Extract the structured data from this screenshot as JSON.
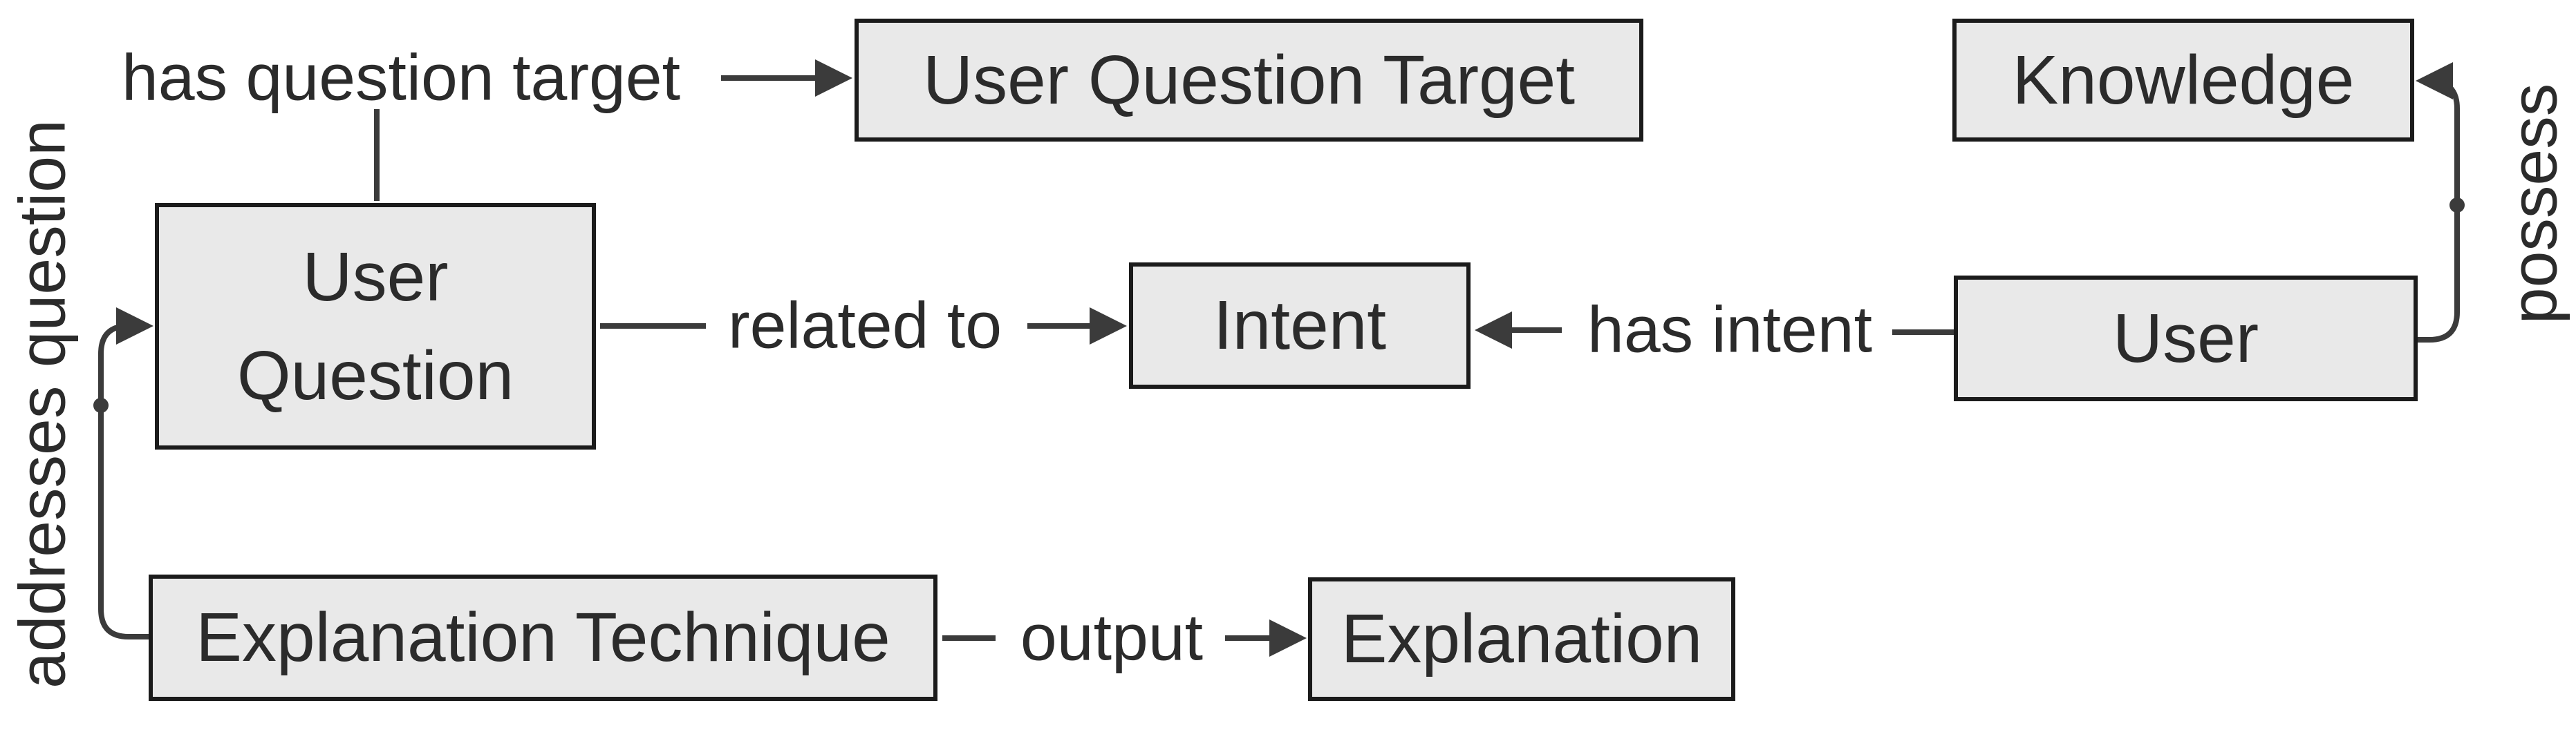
{
  "nodes": {
    "user_question_target": {
      "label": "User Question Target"
    },
    "knowledge": {
      "label": "Knowledge"
    },
    "user_question": {
      "label": "User\nQuestion"
    },
    "intent": {
      "label": "Intent"
    },
    "user": {
      "label": "User"
    },
    "explanation_technique": {
      "label": "Explanation Technique"
    },
    "explanation": {
      "label": "Explanation"
    }
  },
  "edges": {
    "has_question_target": {
      "label": "has question target"
    },
    "related_to": {
      "label": "related to"
    },
    "has_intent": {
      "label": "has intent"
    },
    "output": {
      "label": "output"
    },
    "addresses_question": {
      "label": "addresses question"
    },
    "possess": {
      "label": "possess"
    }
  },
  "colors": {
    "background": "#ffffff",
    "node_fill": "#e9e9e9",
    "node_border": "#1b1b1b",
    "edge_stroke": "#3b3b3b",
    "text": "#2b2b2b"
  }
}
